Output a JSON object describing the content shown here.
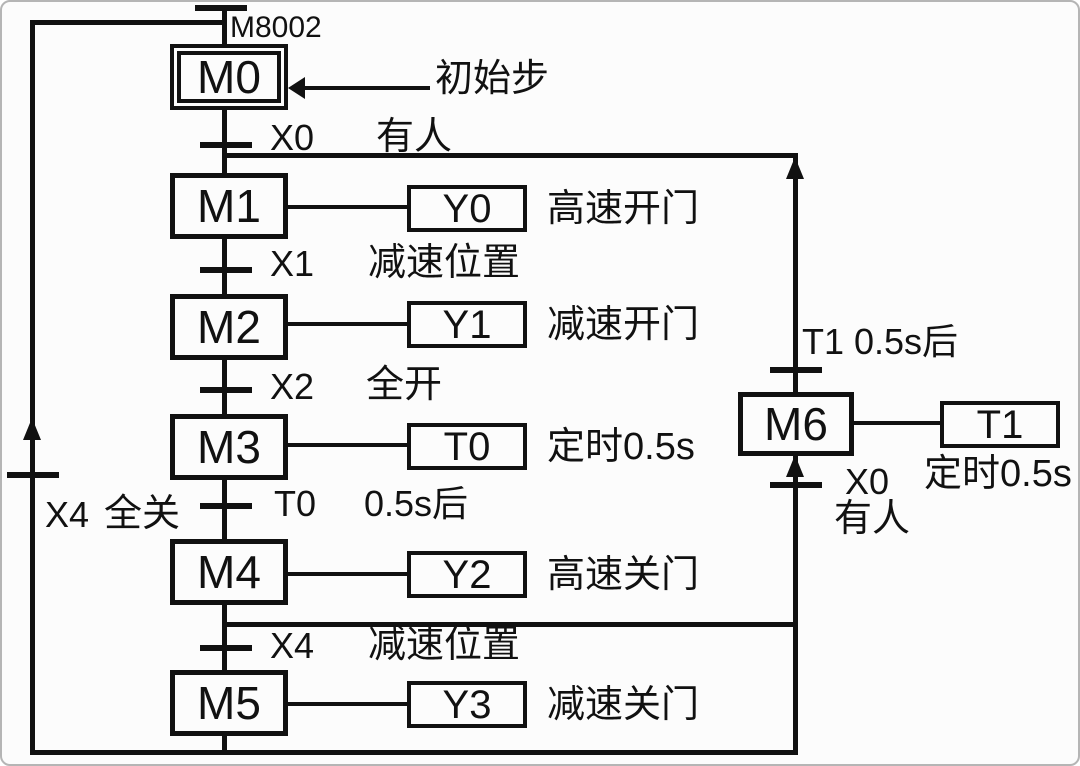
{
  "diagram": {
    "kind": "plc-sfc-state-transition-diagram",
    "colors": {
      "line": "#111111",
      "background": "#fcfcfc",
      "frame": "#b5b5b5"
    }
  },
  "steps": {
    "m0": {
      "label": "M0"
    },
    "m1": {
      "label": "M1"
    },
    "m2": {
      "label": "M2"
    },
    "m3": {
      "label": "M3"
    },
    "m4": {
      "label": "M4"
    },
    "m5": {
      "label": "M5"
    },
    "m6": {
      "label": "M6"
    }
  },
  "actions": {
    "y0": {
      "tag": "Y0",
      "desc": "高速开门"
    },
    "y1": {
      "tag": "Y1",
      "desc": "减速开门"
    },
    "t0": {
      "tag": "T0",
      "desc": "定时0.5s"
    },
    "y2": {
      "tag": "Y2",
      "desc": "高速关门"
    },
    "y3": {
      "tag": "Y3",
      "desc": "减速关门"
    },
    "t1": {
      "tag": "T1",
      "desc": "定时0.5s"
    }
  },
  "transitions": {
    "power_on": {
      "signal": "M8002"
    },
    "x0_enter": {
      "signal": "X0",
      "condition": "有人"
    },
    "x1_slow_open": {
      "signal": "X1",
      "condition": "减速位置"
    },
    "x2_full_open": {
      "signal": "X2",
      "condition": "全开"
    },
    "t0_done": {
      "signal": "T0",
      "condition": "0.5s后"
    },
    "x4_slow_close": {
      "signal": "X4",
      "condition": "减速位置"
    },
    "x4_closed": {
      "signal": "X4",
      "condition": "全关"
    },
    "t1_done": {
      "signal": "T1 0.5s后"
    },
    "x0_reopen": {
      "signal": "X0",
      "condition": "有人"
    }
  },
  "annotations": {
    "initial_step": "初始步"
  }
}
